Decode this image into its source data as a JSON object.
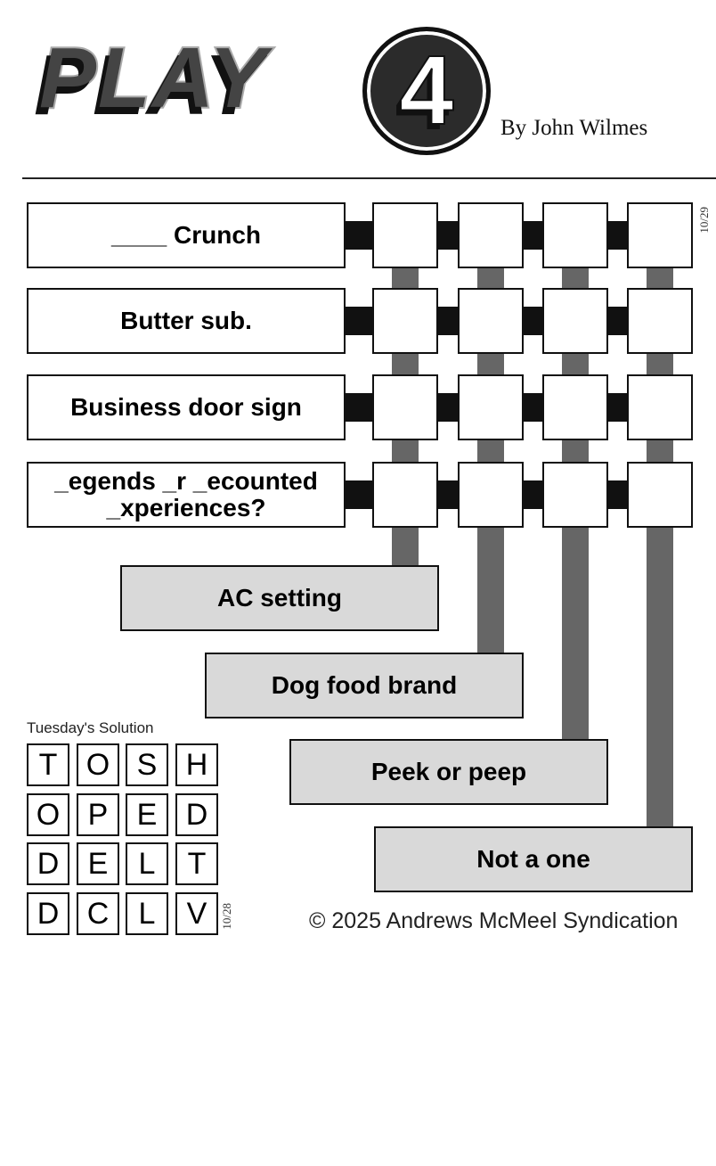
{
  "header": {
    "logo_text": "PLAY",
    "logo_number": "4",
    "byline": "By John Wilmes"
  },
  "puzzle": {
    "date": "10/29",
    "across_clues": [
      "____ Crunch",
      "Butter sub.",
      "Business door sign",
      "_egends _r _ecounted _xperiences?"
    ],
    "down_clues": [
      "AC setting",
      "Dog food brand",
      "Peek or peep",
      "Not a one"
    ]
  },
  "solution": {
    "title": "Tuesday's Solution",
    "date": "10/28",
    "grid": [
      [
        "T",
        "O",
        "S",
        "H"
      ],
      [
        "O",
        "P",
        "E",
        "D"
      ],
      [
        "D",
        "E",
        "L",
        "T"
      ],
      [
        "D",
        "C",
        "L",
        "V"
      ]
    ]
  },
  "copyright": "© 2025 Andrews McMeel Syndication"
}
